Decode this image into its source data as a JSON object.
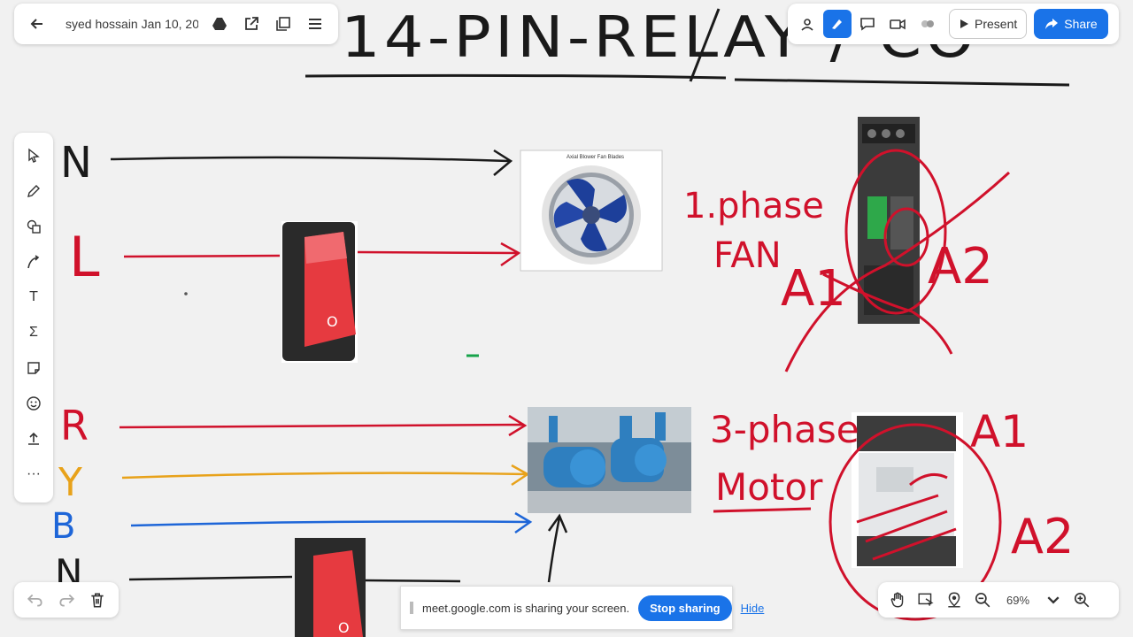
{
  "board": {
    "heading": "14-PIN-RELAY / CO",
    "wire_labels": {
      "n_top": "N",
      "l": "L",
      "r": "R",
      "y": "Y",
      "b": "B",
      "n_bottom": "N"
    },
    "fan_note": {
      "line1": "1.phase",
      "line2": "FAN"
    },
    "motor_note": {
      "line1": "3-phase",
      "line2": "Motor"
    },
    "relay_top_labels": {
      "a1": "A1",
      "a2": "A2"
    },
    "relay_bottom_labels": {
      "a1": "A1",
      "a2": "A2"
    },
    "fan_image_caption": "Axial Blower Fan Blades",
    "switch_mark": "O",
    "ink": {
      "black": "#1a1a1a",
      "red": "#d0112b",
      "orange": "#e8a21a",
      "blue": "#1e66d8",
      "green": "#16a34a"
    }
  },
  "topbar": {
    "title": "syed hossain Jan 10, 20..."
  },
  "rbar": {
    "present_label": "Present",
    "share_label": "Share"
  },
  "palette": {
    "text_tool": "T",
    "sigma_tool": "Σ",
    "more_tool": "···"
  },
  "zoom": {
    "value": "69%"
  },
  "share_banner": {
    "text": "meet.google.com is sharing your screen.",
    "stop_label": "Stop sharing",
    "hide_label": "Hide"
  },
  "icons": [
    "back-arrow-icon",
    "drive-icon",
    "open-external-icon",
    "frames-icon",
    "menu-icon",
    "collaborator-icon",
    "pen-icon",
    "comment-icon",
    "video-icon",
    "avatars-icon",
    "play-icon",
    "share-icon",
    "select-icon",
    "pencil-icon",
    "shapes-icon",
    "connector-icon",
    "text-icon",
    "sigma-icon",
    "sticky-note-icon",
    "emoji-icon",
    "upload-icon",
    "more-icon",
    "undo-icon",
    "redo-icon",
    "trash-icon",
    "hand-icon",
    "select-area-icon",
    "locate-icon",
    "zoom-out-icon",
    "chevron-down-icon",
    "zoom-in-icon"
  ]
}
